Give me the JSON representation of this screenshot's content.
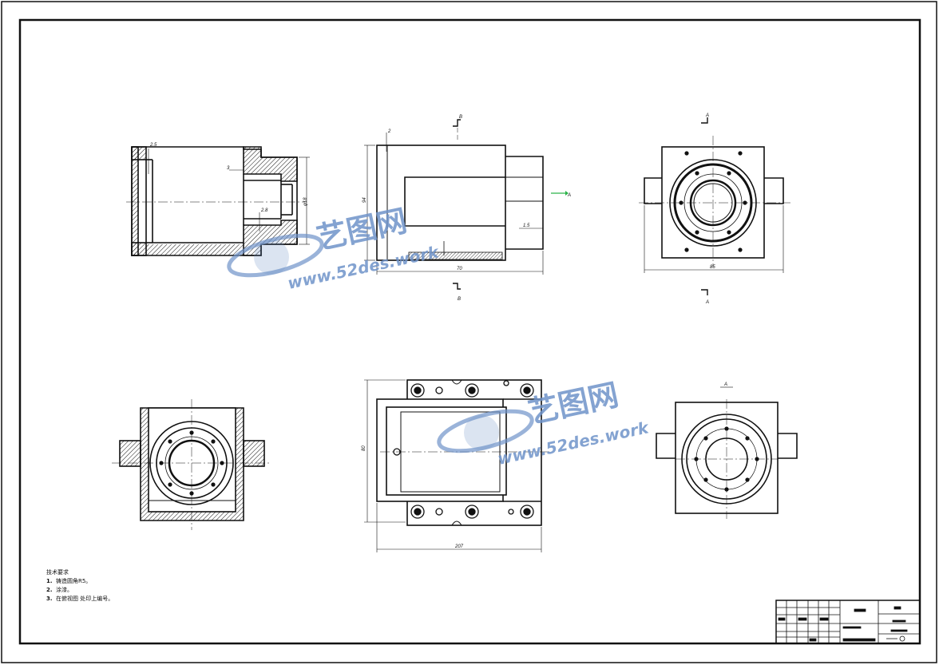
{
  "technical_requirements": {
    "title": "技术要求",
    "items": [
      {
        "num": "1.",
        "text": "铸造圆角R5。"
      },
      {
        "num": "2.",
        "text": "涂漆。"
      },
      {
        "num": "3.",
        "text": "在俯视图  处印上编号。"
      }
    ]
  },
  "dimensions": {
    "d_2_5": "2.5",
    "d_3": "3",
    "d_2_8": "2.8",
    "d_phi": "φ18",
    "d_2_top": "2",
    "d_94": "94",
    "d_15": "1.5",
    "d_70": "70",
    "d_85": "85",
    "d_80": "80",
    "d_207": "207"
  },
  "section_labels": {
    "b_top": "B",
    "b_bottom": "B",
    "a_arrow": "A",
    "a_top": "A",
    "a_bottom": "A",
    "a_view": "A"
  },
  "watermark": {
    "brand": "艺图网",
    "url": "www.52des.work"
  },
  "colors": {
    "line": "#111111",
    "hatch": "#111111",
    "watermark": "#6f93c9",
    "green_arrow": "#2cb34a"
  }
}
